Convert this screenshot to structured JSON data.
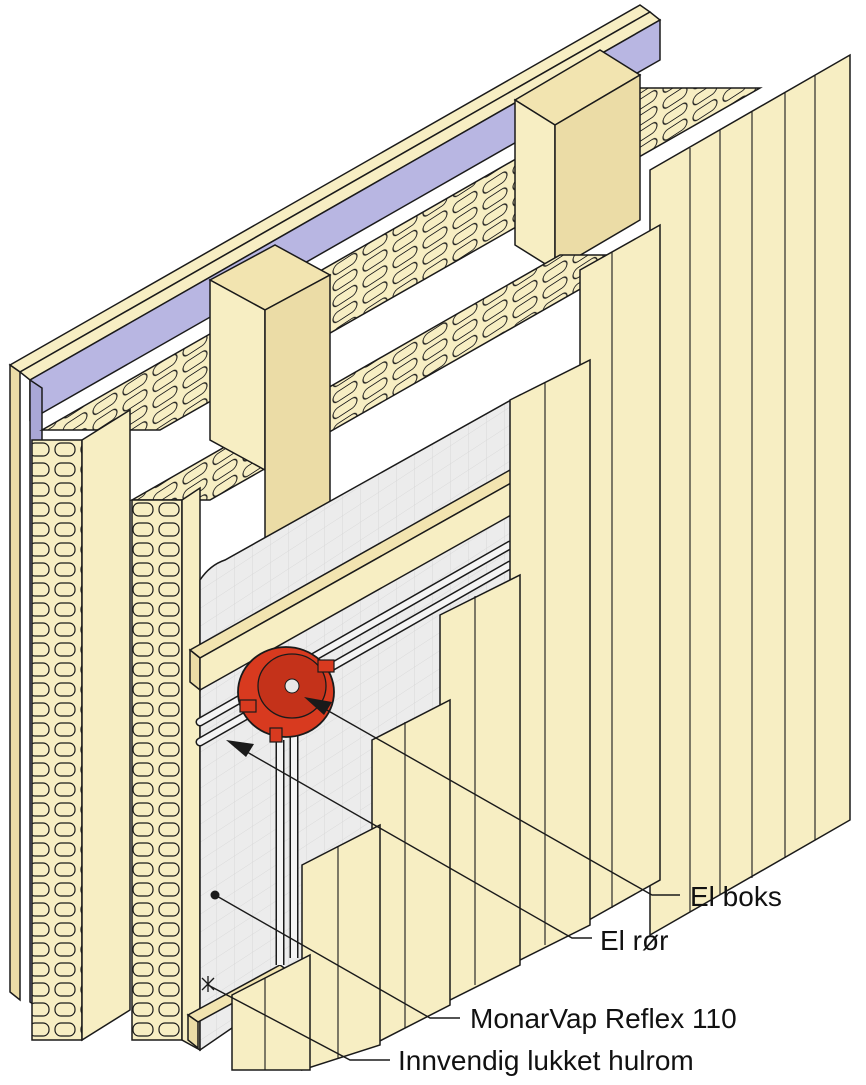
{
  "labels": {
    "el_boks": "El boks",
    "el_ror": "El rør",
    "membrane": "MonarVap Reflex 110",
    "cavity": "Innvendig lukket hulrom"
  },
  "colors": {
    "wood": "#f7eec3",
    "wood_dark": "#ebdca6",
    "membrane_purple": "#b8b6e2",
    "foil": "#e8e8e8",
    "electrical_box": "#d83a1f",
    "outline": "#1a1a1a"
  },
  "icons": {
    "box": "electrical-box-icon",
    "pipe": "conduit-pipe-icon"
  }
}
